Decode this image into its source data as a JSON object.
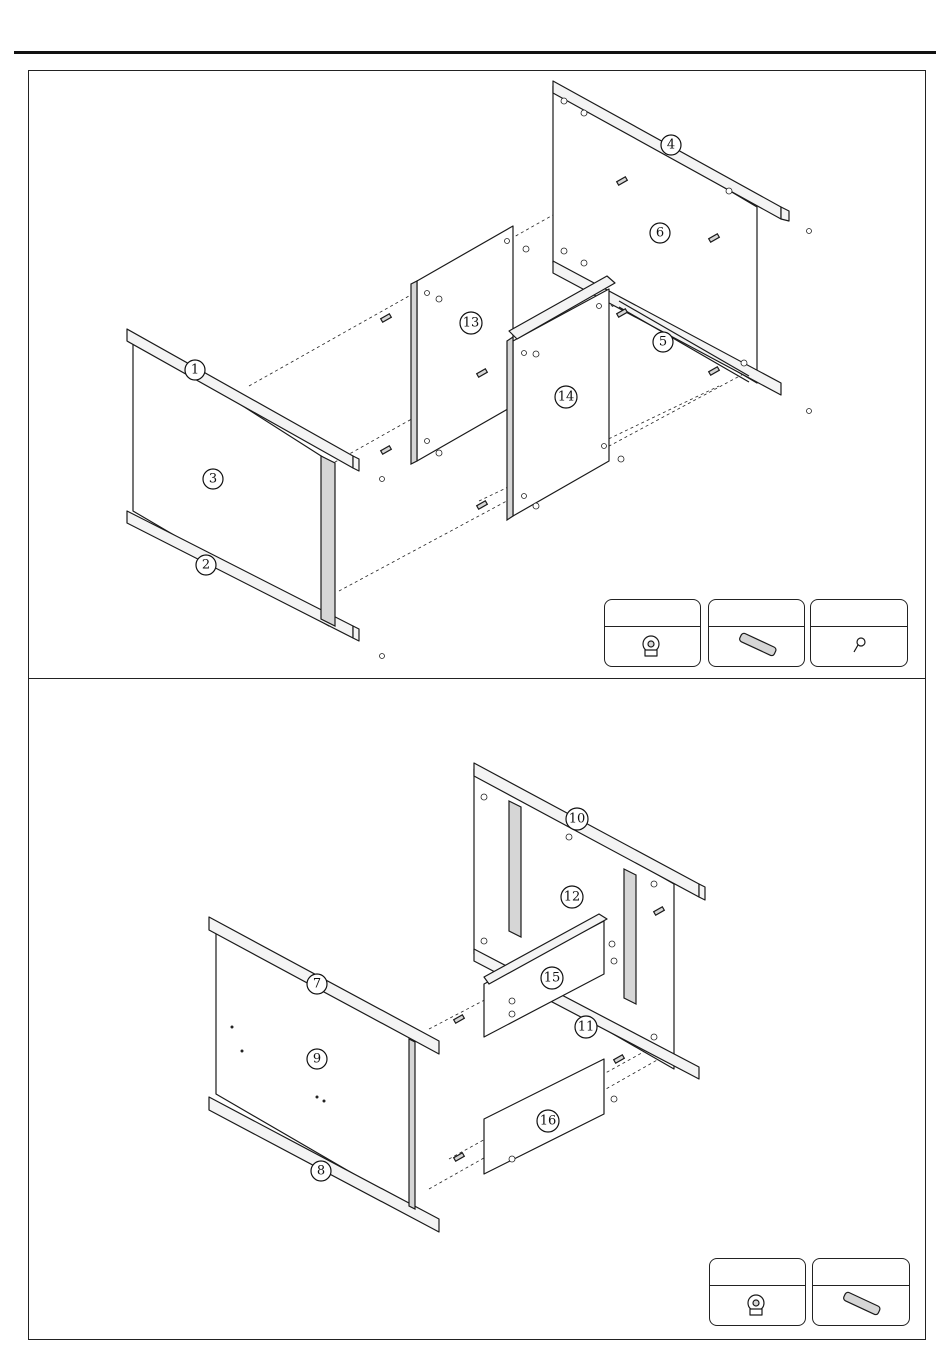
{
  "parts": {
    "p1": "1",
    "p2": "2",
    "p3": "3",
    "p4": "4",
    "p5": "5",
    "p6": "6",
    "p7": "7",
    "p8": "8",
    "p9": "9",
    "p10": "10",
    "p11": "11",
    "p12": "12",
    "p13": "13",
    "p14": "14",
    "p15": "15",
    "p16": "16"
  },
  "hardware_top": [
    {
      "icon": "cam-lock-icon"
    },
    {
      "icon": "wood-dowel-icon"
    },
    {
      "icon": "cam-bolt-icon"
    }
  ],
  "hardware_bottom": [
    {
      "icon": "cam-lock-icon"
    },
    {
      "icon": "wood-dowel-icon"
    }
  ]
}
